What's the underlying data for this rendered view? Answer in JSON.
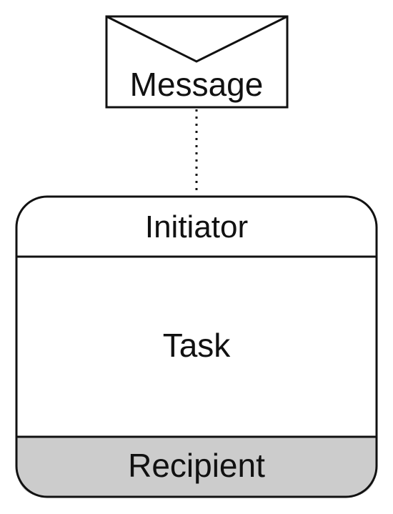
{
  "message": {
    "label": "Message"
  },
  "task": {
    "initiator_label": "Initiator",
    "task_label": "Task",
    "recipient_label": "Recipient"
  },
  "colors": {
    "stroke": "#111111",
    "background": "#ffffff",
    "recipient_band": "#cccccc"
  }
}
